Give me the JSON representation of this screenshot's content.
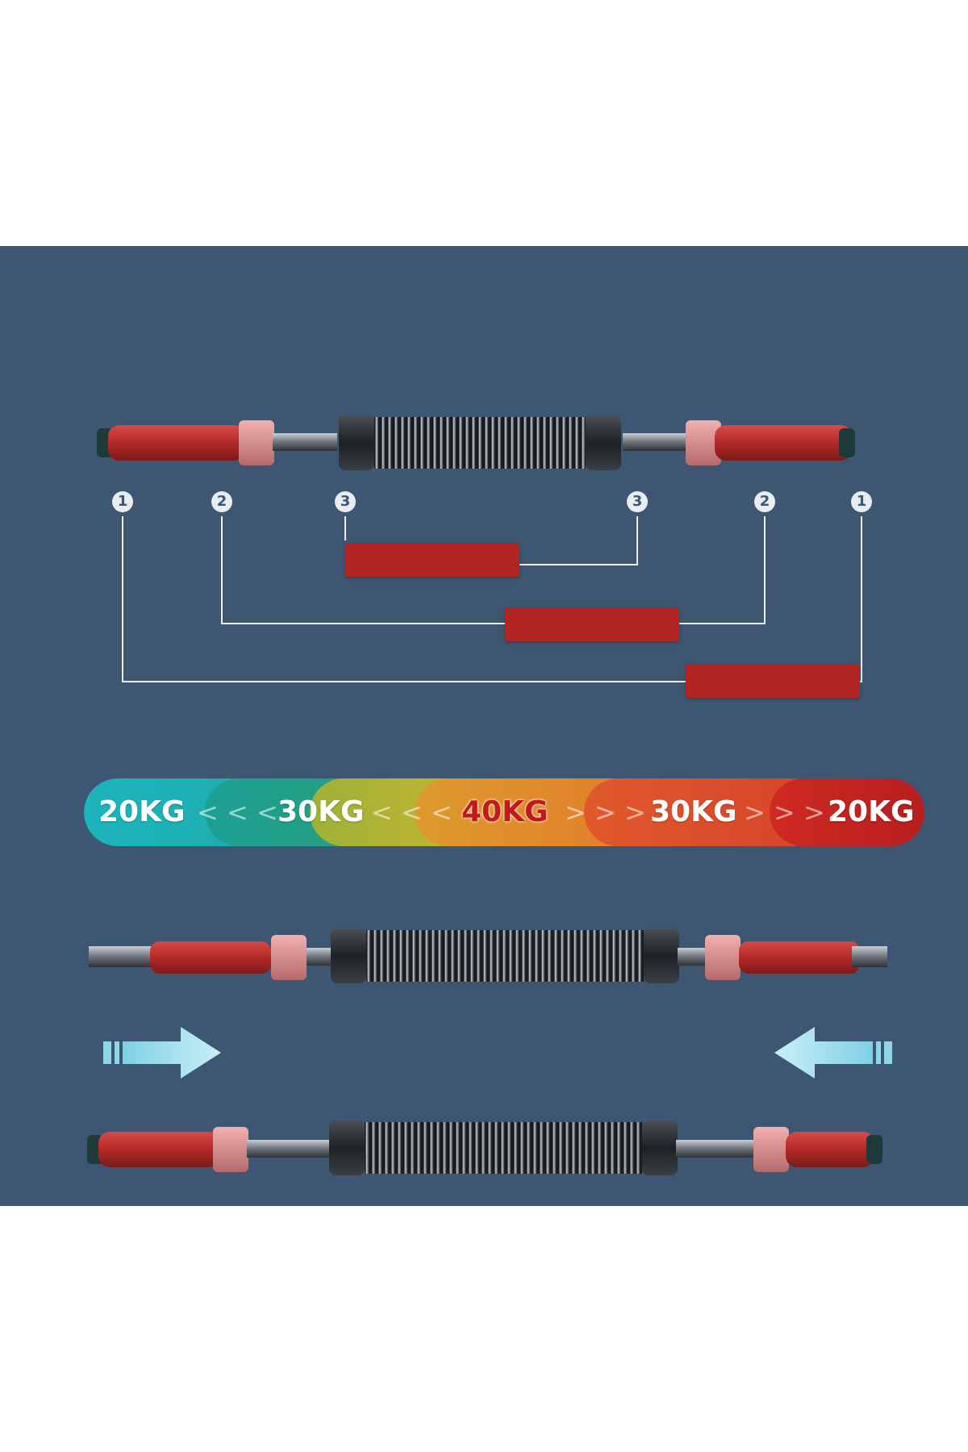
{
  "callouts": [
    {
      "number": "1"
    },
    {
      "number": "2"
    },
    {
      "number": "3"
    },
    {
      "number": "3"
    },
    {
      "number": "2"
    },
    {
      "number": "1"
    }
  ],
  "resistance": [
    {
      "label": "20KG",
      "color": "#1fb3b9"
    },
    {
      "label": "30KG",
      "color": "#21a27a"
    },
    {
      "label": "40KG",
      "color": "#e8892a"
    },
    {
      "label": "30KG",
      "color": "#d9442b"
    },
    {
      "label": "20KG",
      "color": "#c7261f"
    }
  ],
  "chevrons": {
    "left": "< < <",
    "right": "> > >"
  },
  "colors": {
    "background": "#3d5772",
    "grip": "#c0302d",
    "spring": "#2b2b2f",
    "label_block": "#b02424",
    "arrow": "#9fdcea"
  },
  "icons": [
    "hand-grip-icon",
    "spring-icon",
    "arrow-right-icon",
    "arrow-left-icon"
  ]
}
